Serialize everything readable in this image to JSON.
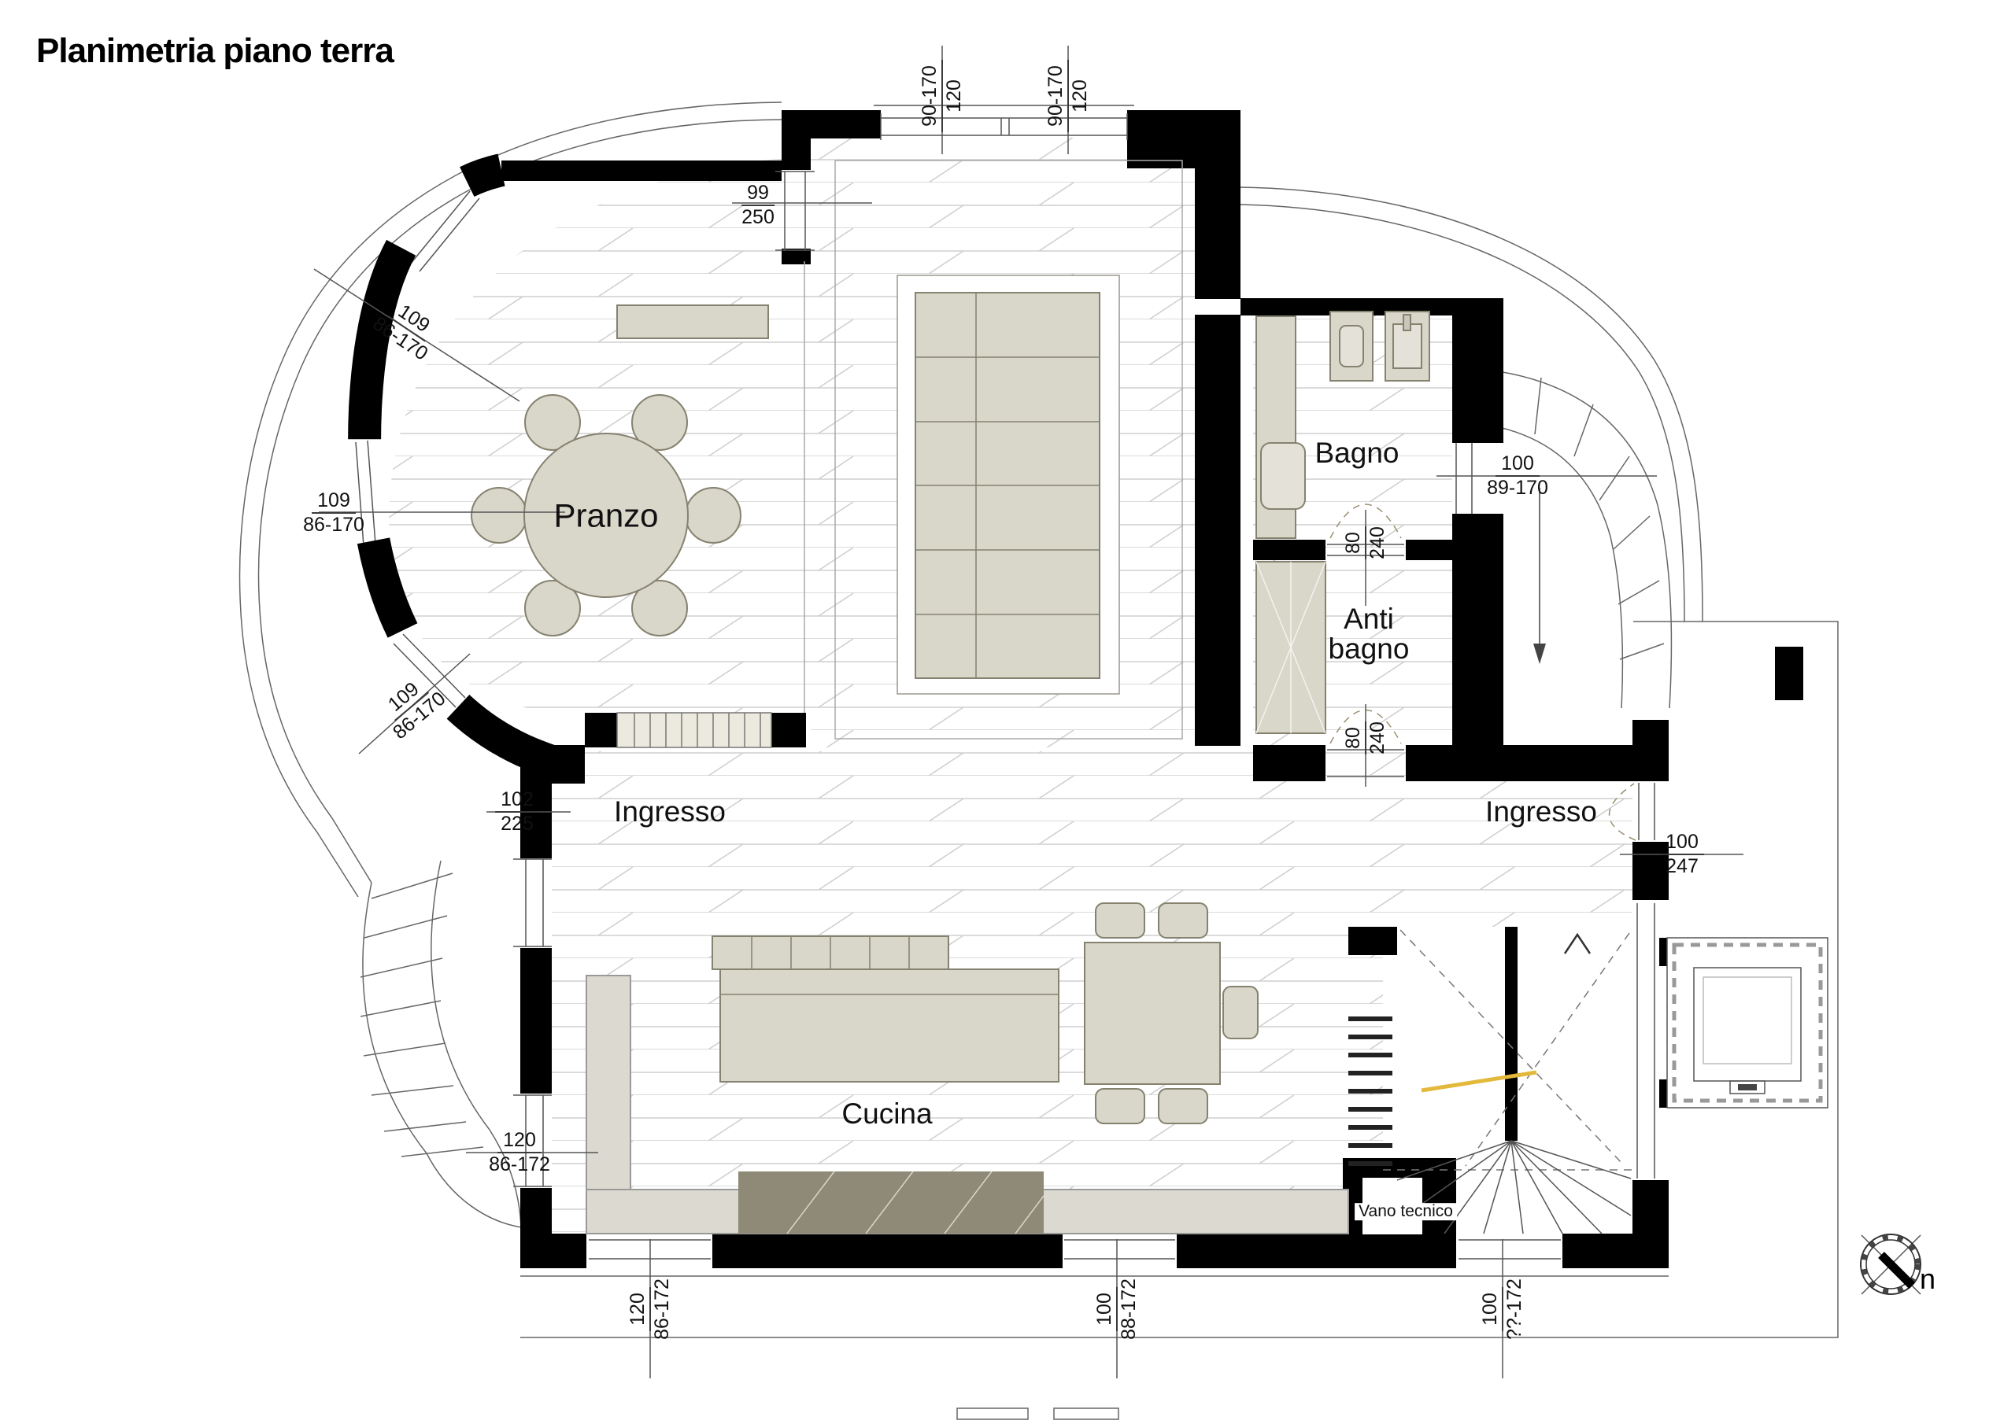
{
  "title": "Planimetria piano terra",
  "rooms": {
    "pranzo": "Pranzo",
    "bagno": "Bagno",
    "antibagno": "Anti\nbagno",
    "ingresso_left": "Ingresso",
    "ingresso_right": "Ingresso",
    "cucina": "Cucina",
    "vano_tecnico": "Vano tecnico"
  },
  "dims": {
    "top_window_left": {
      "a": "120",
      "b": "90-170"
    },
    "top_window_right": {
      "a": "120",
      "b": "90-170"
    },
    "living_opening": {
      "a": "99",
      "b": "250"
    },
    "bay_window_upper": {
      "a": "109",
      "b": "86-170"
    },
    "bay_window_middle": {
      "a": "109",
      "b": "86-170"
    },
    "bay_window_lower": {
      "a": "109",
      "b": "86-170"
    },
    "bagno_door": {
      "a": "100",
      "b": "89-170"
    },
    "antibagno_door_top": {
      "a": "80",
      "b": "240"
    },
    "antibagno_door_bottom": {
      "a": "80",
      "b": "240"
    },
    "ingresso_window": {
      "a": "102",
      "b": "225"
    },
    "entrance_door": {
      "a": "100",
      "b": "247"
    },
    "cucina_window_left": {
      "a": "120",
      "b": "86-172"
    },
    "cucina_window_bottom_left": {
      "a": "120",
      "b": "86-172"
    },
    "cucina_window_bottom_right": {
      "a": "100",
      "b": "88-172"
    },
    "stair_door_bottom": {
      "a": "100",
      "b": "??-172"
    }
  },
  "compass": {
    "label": "n"
  },
  "colors": {
    "wall": "#000000",
    "furniture": "#d9d6ca",
    "rug": "#8f8a77",
    "section_line_yellow": "#e3b93c",
    "floor_hatch": "#cfcfcf"
  }
}
